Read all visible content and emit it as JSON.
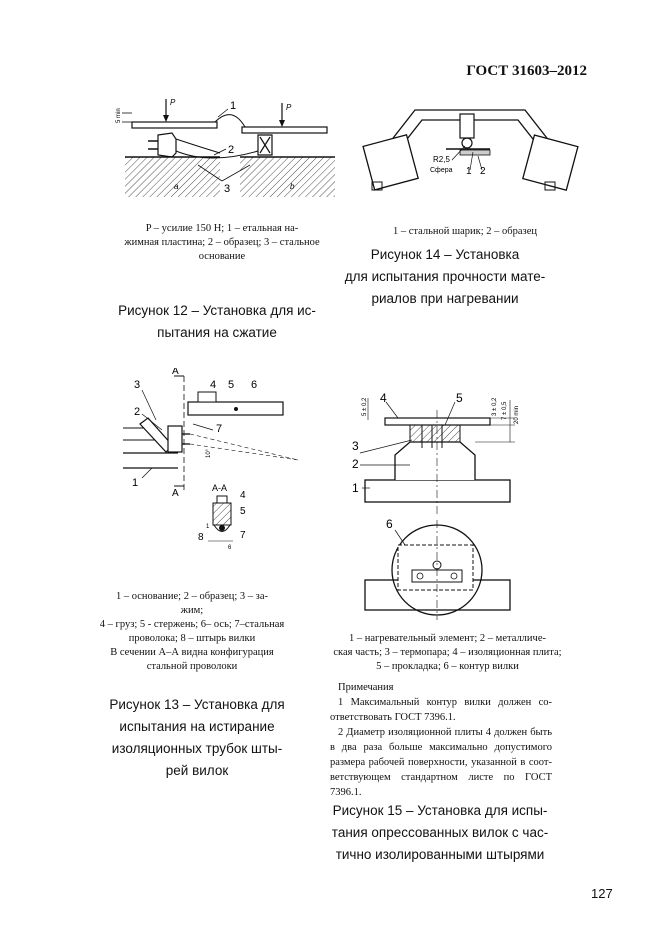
{
  "header": {
    "standard": "ГОСТ 31603–2012"
  },
  "page_number": "127",
  "figure12": {
    "labels": {
      "p1": "P",
      "p2": "P",
      "n1": "1",
      "n2": "2",
      "n3": "3",
      "a": "a",
      "b": "b",
      "dim": "5 min"
    },
    "legend_lines": [
      "P – усилие 150 Н; 1 – етальная на-",
      "жимная пластина; 2 – образец; 3 – стальное",
      "основание"
    ],
    "caption_lines": [
      "Рисунок 12 – Установка для ис-",
      "пытания на сжатие"
    ]
  },
  "figure14": {
    "labels": {
      "r": "R2,5",
      "sphere": "Сфера",
      "n1": "1",
      "n2": "2"
    },
    "legend_lines": [
      "1 – стальной шарик; 2 – образец"
    ],
    "caption_lines": [
      "Рисунок 14 – Установка",
      "для испытания прочности мате-",
      "риалов при нагревании"
    ]
  },
  "figure13": {
    "labels": {
      "a1": "A",
      "a2": "A",
      "n1": "1",
      "n2": "2",
      "n3": "3",
      "n4": "4",
      "n5": "5",
      "n6": "6",
      "n7": "7",
      "angle": "10°",
      "section": "A-A",
      "s4": "4",
      "s5": "5",
      "s7": "7",
      "s8": "8",
      "s1": "1",
      "s6": "6"
    },
    "legend_lines": [
      "1 – основание; 2 – образец; 3 – за-",
      "жим;",
      "4 – груз; 5 - стержень; 6– ось; 7–стальная",
      "проволока; 8 – штырь вилки",
      "В сечении А–А видна конфигурация",
      "стальной проволоки"
    ],
    "caption_lines": [
      "Рисунок 13 – Установка для",
      "испытания на истирание",
      "изоляционных трубок шты-",
      "рей вилок"
    ]
  },
  "figure15": {
    "labels": {
      "n1": "1",
      "n2": "2",
      "n3": "3",
      "n4": "4",
      "n5": "5",
      "n6": "6",
      "d1": "5 ± 0,2",
      "d2": "3 ± 0,2",
      "d3": "7 ± 0,5",
      "d4": "20 min"
    },
    "legend_lines": [
      "1 – нагревательный элемент; 2 – металличе-",
      "ская часть; 3 – термопара; 4 – изоляционная плита;",
      "5 – прокладка; 6 – контур вилки"
    ],
    "notes_title": "Примечания",
    "notes": [
      "1 Максимальный контур вилки должен со-ответствовать ГОСТ 7396.1.",
      "2 Диаметр изоляционной плиты 4 должен быть в два раза больше максимально допустимого размера рабочей поверхности, указанной в соот-ветствующем стандартном листе по ГОСТ 7396.1."
    ],
    "caption_lines": [
      "Рисунок 15 – Установка для испы-",
      "тания опрессованных вилок с час-",
      "тично изолированными штырями"
    ]
  }
}
